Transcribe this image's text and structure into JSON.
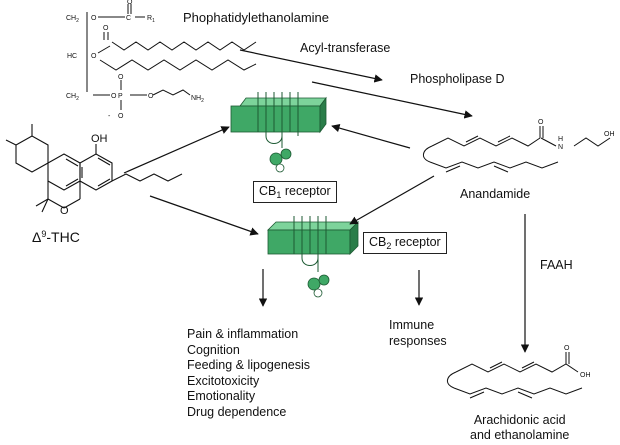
{
  "labels": {
    "pe": "Phophatidylethanolamine",
    "acyl": "Acyl-transferase",
    "pld": "Phospholipase D",
    "anandamide": "Anandamide",
    "faah": "FAAH",
    "immune_1": "Immune",
    "immune_2": "responses",
    "product_1": "Arachidonic acid",
    "product_2": "and ethanolamine",
    "cb1_main": "CB",
    "cb1_sub": "1",
    "cb1_tail": " receptor",
    "cb2_main": "CB",
    "cb2_sub": "2",
    "cb2_tail": " receptor",
    "thc_delta": "Δ",
    "thc_sup": "9",
    "thc_tail": "-THC"
  },
  "effects": [
    "Pain & inflammation",
    "Cognition",
    "Feeding & lipogenesis",
    "Excitotoxicity",
    "Emotionality",
    "Drug dependence"
  ],
  "chem": {
    "ch2": "CH",
    "ch2_sub": "2",
    "o": "O",
    "c": "C",
    "r1": "R",
    "r1_sub": "1",
    "hc": "HC",
    "p": "P",
    "nh2": "NH",
    "nh2_sub": "2",
    "minus": "-",
    "oh": "OH",
    "n": "N",
    "h": "H"
  },
  "colors": {
    "receptor_front": "#3fa866",
    "receptor_top": "#7dd39b",
    "receptor_side": "#2a7d49",
    "ink": "#111111"
  }
}
